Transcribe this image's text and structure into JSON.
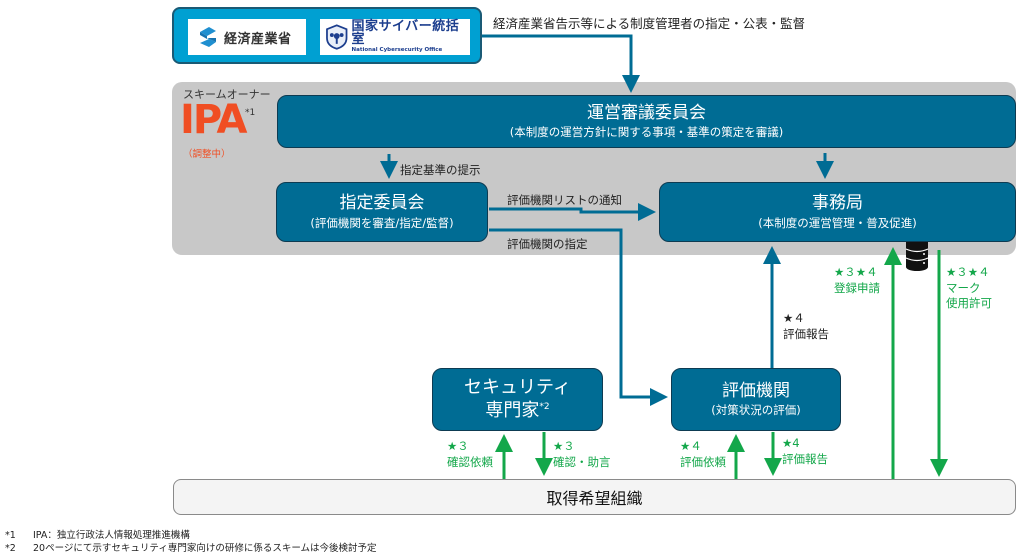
{
  "government": {
    "meti_logo_text": "経済産業省",
    "nco_logo_text_jp": "国家サイバー統括室",
    "nco_logo_text_en": "National Cybersecurity Office",
    "caption": "経済産業省告示等による制度管理者の指定・公表・監督"
  },
  "owner": {
    "label": "スキームオーナー",
    "logo_text": "IPA",
    "note_mark": "*1",
    "status": "（調整中）"
  },
  "boxes": {
    "steering": {
      "title": "運営審議委員会",
      "subtitle": "(本制度の運営方針に関する事項・基準の策定を審議)"
    },
    "designation": {
      "title": "指定委員会",
      "subtitle": "(評価機関を審査/指定/監督)"
    },
    "secretariat": {
      "title": "事務局",
      "subtitle": "(本制度の運営管理・普及促進)"
    },
    "expert": {
      "title_line1": "セキュリティ",
      "title_line2": "専門家",
      "note_mark": "*2"
    },
    "evaluator": {
      "title": "評価機関",
      "subtitle": "(対策状況の評価)"
    },
    "applicant": {
      "title": "取得希望組織"
    }
  },
  "flows": {
    "criteria": "指定基準の提示",
    "list_notice": "評価機関リストの通知",
    "designate_evaluator": "評価機関の指定",
    "eval_report_to_secretariat": {
      "stars": "★４",
      "text": "評価報告"
    },
    "registration": {
      "stars": "★３★４",
      "text": "登録申請"
    },
    "mark_permission": {
      "stars": "★３★４",
      "line1": "マーク",
      "line2": "使用許可"
    },
    "confirm_request": {
      "stars": "★３",
      "text": "確認依頼"
    },
    "confirm_advice": {
      "stars": "★３",
      "text": "確認・助言"
    },
    "eval_request": {
      "stars": "★４",
      "text": "評価依頼"
    },
    "eval_report": {
      "stars": "★4",
      "text": "評価報告"
    }
  },
  "footnotes": [
    {
      "mark": "*1",
      "text": "IPA：独立行政法人情報処理推進機構"
    },
    {
      "mark": "*2",
      "text": "20ページにて示すセキュリティ専門家向けの研修に係るスキームは今後検討予定"
    }
  ],
  "colors": {
    "box_fill": "#006c94",
    "gov_fill": "#00a0d2",
    "panel": "#c8c8c8",
    "green": "#13a74a",
    "ipa_orange": "#f04e23"
  }
}
